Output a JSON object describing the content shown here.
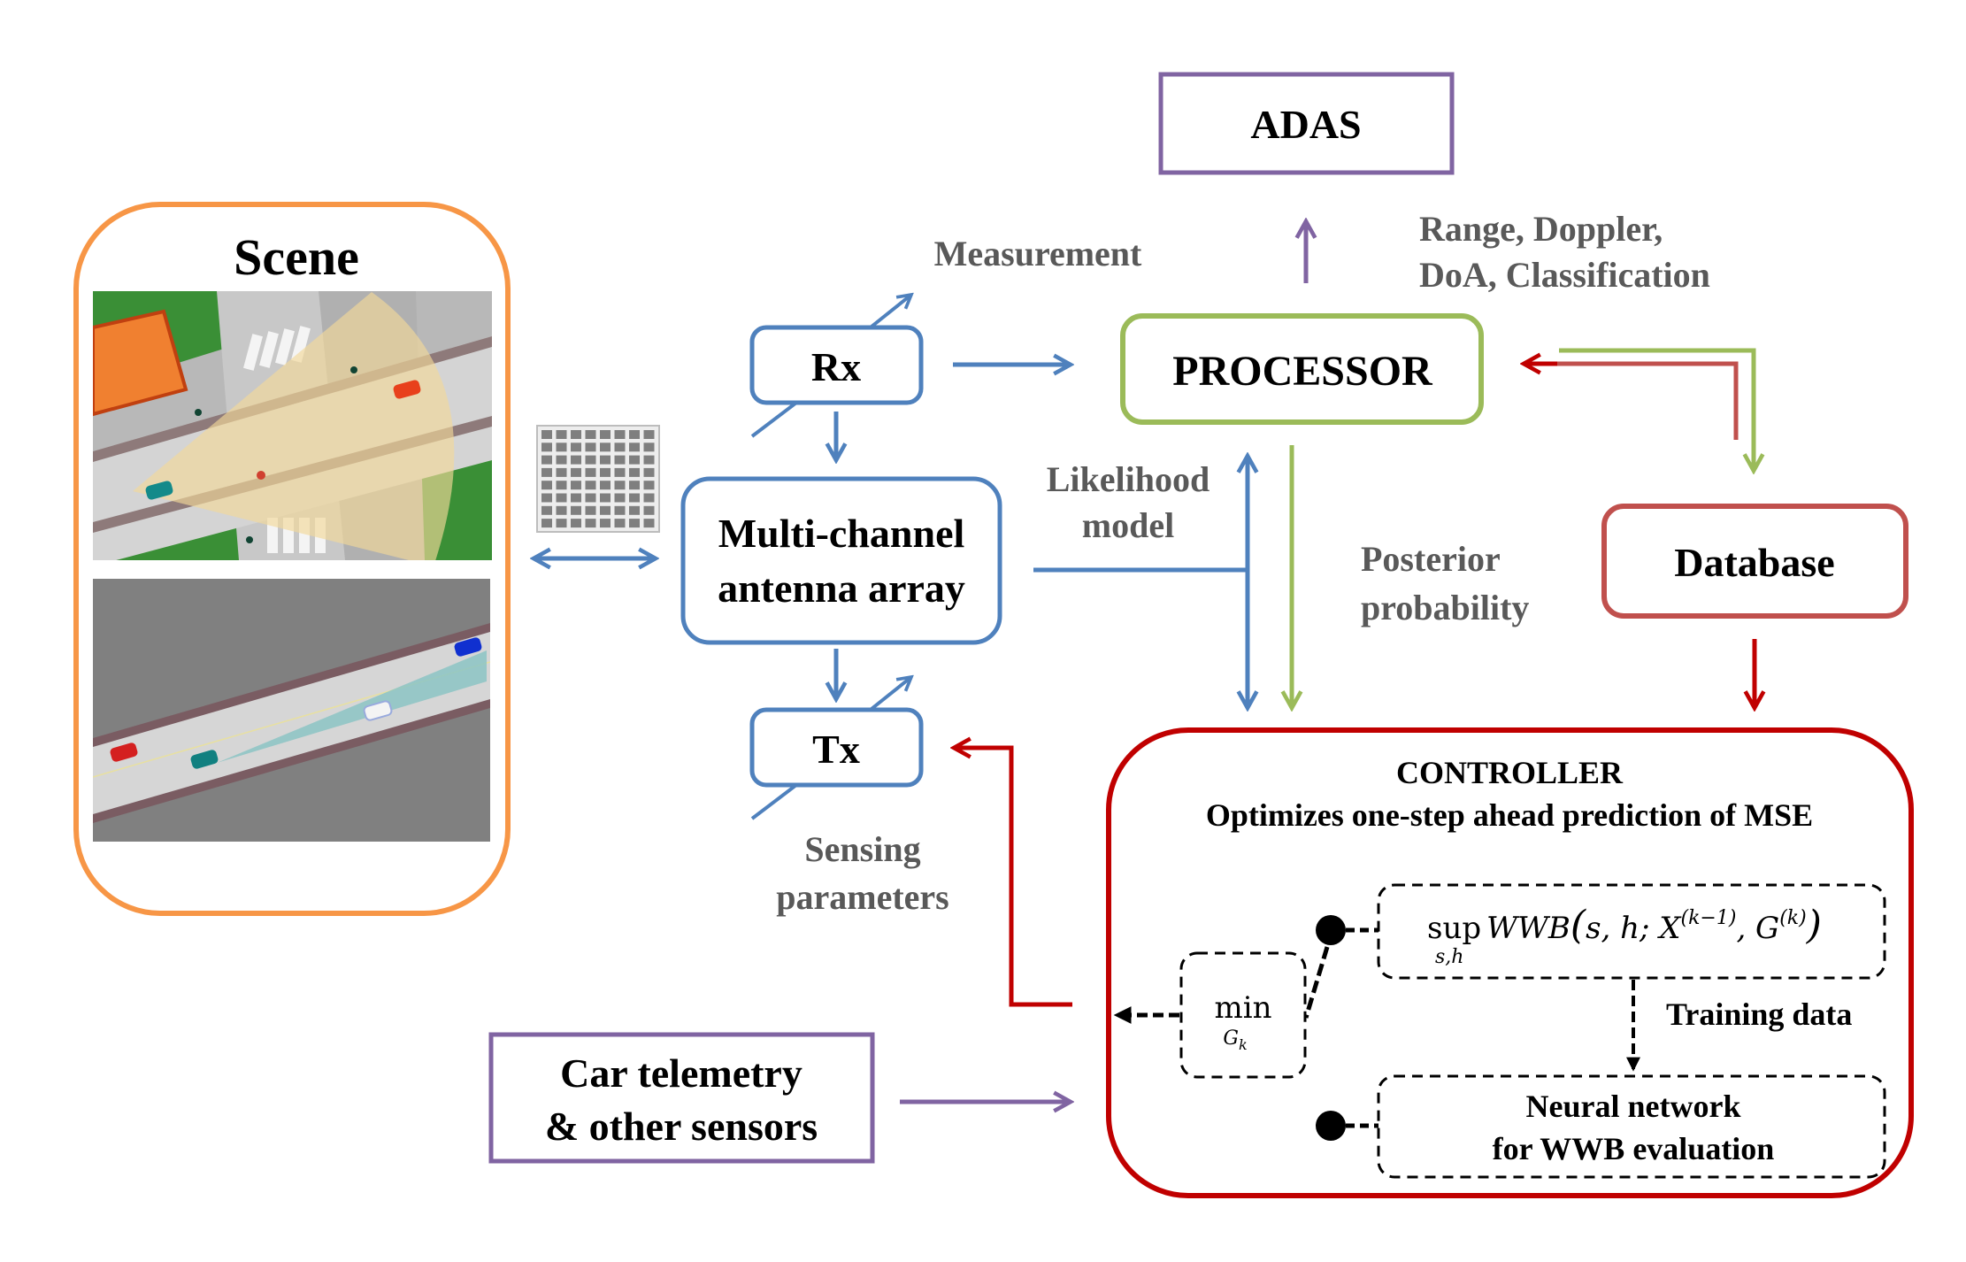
{
  "colors": {
    "scene": "#F79646",
    "antenna": "#4F81BD",
    "processor": "#9BBB59",
    "adas": "#8064A2",
    "database": "#C0504D",
    "controller": "#C00000",
    "label_gray": "#595959"
  },
  "scene": {
    "title": "Scene"
  },
  "nodes": {
    "rx": "Rx",
    "tx": "Tx",
    "antenna_array": [
      "Multi-channel",
      "antenna array"
    ],
    "processor": "PROCESSOR",
    "adas": "ADAS",
    "database": "Database",
    "car_telemetry": [
      "Car telemetry",
      "& other sensors"
    ]
  },
  "edge_labels": {
    "measurement": "Measurement",
    "outputs": [
      "Range, Doppler,",
      "DoA, Classification"
    ],
    "likelihood": [
      "Likelihood",
      "model"
    ],
    "posterior": [
      "Posterior",
      "probability"
    ],
    "sensing": [
      "Sensing",
      "parameters"
    ]
  },
  "controller": {
    "title": "CONTROLLER",
    "subtitle": "Optimizes one-step ahead prediction of MSE",
    "min_op": "min",
    "min_sub": "G",
    "min_sub_k": "k",
    "sup_op": "sup",
    "sup_sub": "s,h",
    "wwb_expr": "WWB",
    "wwb_args": "s, h; X",
    "wwb_sup1": "(k−1)",
    "wwb_g": ", G",
    "wwb_sup2": "(k)",
    "training_data": "Training data",
    "neural_net": [
      "Neural network",
      "for WWB evaluation"
    ]
  }
}
